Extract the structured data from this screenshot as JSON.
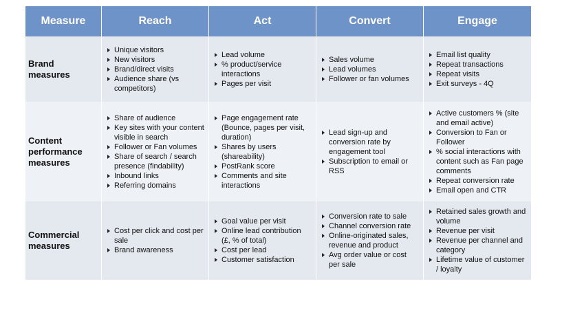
{
  "headers": [
    "Measure",
    "Reach",
    "Act",
    "Convert",
    "Engage"
  ],
  "rows": [
    {
      "label": "Brand measures",
      "cells": [
        [
          "Unique visitors",
          "New visitors",
          "Brand/direct visits",
          "Audience share (vs competitors)"
        ],
        [
          "Lead volume",
          "% product/service interactions",
          "Pages per visit"
        ],
        [
          "Sales volume",
          "Lead volumes",
          "Follower or fan volumes"
        ],
        [
          "Email list quality",
          "Repeat transactions",
          "Repeat visits",
          "Exit surveys - 4Q"
        ]
      ]
    },
    {
      "label": "Content performance measures",
      "cells": [
        [
          "Share of audience",
          "Key sites with your content visible in search",
          "Follower or Fan volumes",
          "Share of search / search presence (findability)",
          "Inbound links",
          "Referring domains"
        ],
        [
          "Page engagement rate (Bounce, pages per visit, duration)",
          "Shares by users (shareability)",
          "PostRank score",
          "Comments and site interactions"
        ],
        [
          "Lead sign-up and conversion rate by engagement tool",
          "Subscription to email or RSS"
        ],
        [
          "Active customers % (site and email active)",
          "Conversion to Fan or Follower",
          "% social interactions with content such as Fan page comments",
          "Repeat conversion rate",
          "Email open and CTR"
        ]
      ]
    },
    {
      "label": "Commercial measures",
      "cells": [
        [
          "Cost per click and cost per sale",
          "Brand awareness"
        ],
        [
          "Goal value per visit",
          "Online lead contribution (£, % of total)",
          "Cost per lead",
          "Customer satisfaction"
        ],
        [
          "Conversion rate to sale",
          "Channel conversion rate",
          "Online-originated sales, revenue and product",
          "Avg order value or cost per sale"
        ],
        [
          "Retained sales growth and volume",
          "Revenue per visit",
          "Revenue per channel and category",
          "Lifetime value of customer / loyalty"
        ]
      ]
    }
  ],
  "colors": {
    "header_bg": "#6d93c9",
    "row_bg_a": "#e4e8ef",
    "row_bg_b": "#eef1f5",
    "text": "#111111"
  }
}
